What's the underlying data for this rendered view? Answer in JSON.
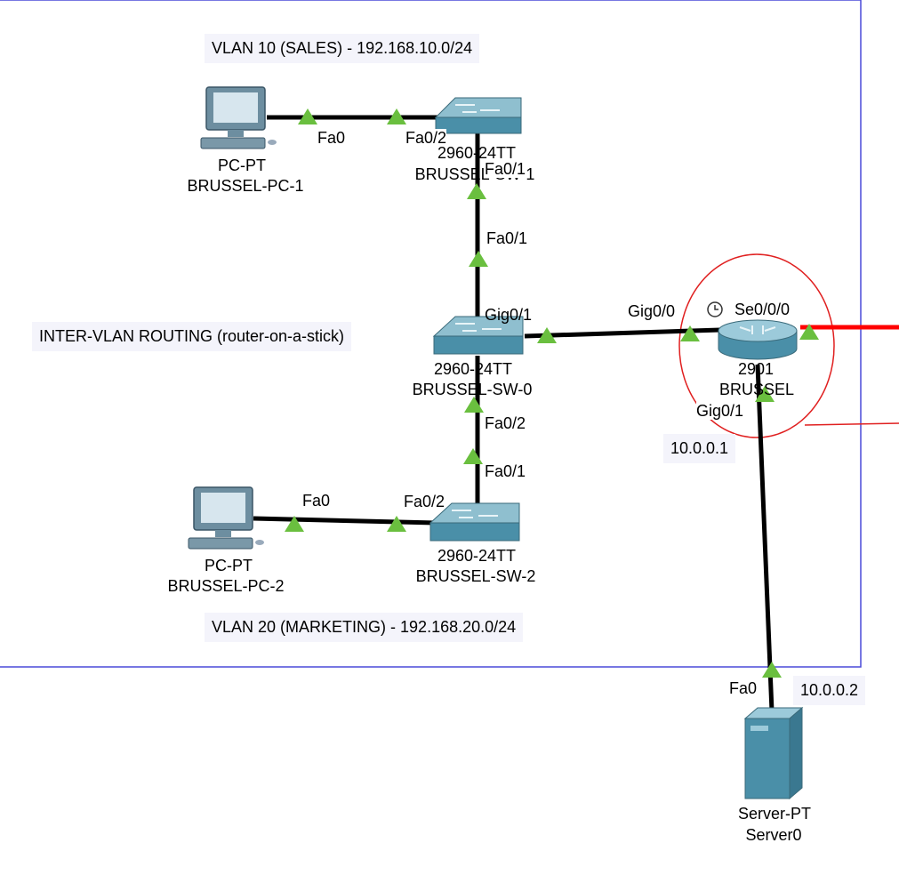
{
  "notes": {
    "vlan10": "VLAN 10 (SALES) - 192.168.10.0/24",
    "intervlan": "INTER-VLAN ROUTING (router-on-a-stick)",
    "vlan20": "VLAN 20 (MARKETING) - 192.168.20.0/24",
    "router_ip": "10.0.0.1",
    "server_ip": "10.0.0.2"
  },
  "devices": {
    "pc1": {
      "model": "PC-PT",
      "name": "BRUSSEL-PC-1"
    },
    "sw1": {
      "model": "2960-24TT",
      "name": "BRUSSEL-SW-1"
    },
    "sw0": {
      "model": "2960-24TT",
      "name": "BRUSSEL-SW-0"
    },
    "pc2": {
      "model": "PC-PT",
      "name": "BRUSSEL-PC-2"
    },
    "sw2": {
      "model": "2960-24TT",
      "name": "BRUSSEL-SW-2"
    },
    "router": {
      "model": "2901",
      "name": "BRUSSEL"
    },
    "server": {
      "model": "Server-PT",
      "name": "Server0"
    }
  },
  "ports": {
    "pc1_fa0": "Fa0",
    "sw1_fa02": "Fa0/2",
    "sw1_fa01": "Fa0/1",
    "sw0_fa01": "Fa0/1",
    "sw0_gig01": "Gig0/1",
    "router_gig00": "Gig0/0",
    "router_se000": "Se0/0/0",
    "router_gig01": "Gig0/1",
    "sw0_fa02": "Fa0/2",
    "sw2_fa01": "Fa0/1",
    "pc2_fa0": "Fa0",
    "sw2_fa02": "Fa0/2",
    "server_fa0": "Fa0"
  },
  "colors": {
    "link": "#000000",
    "serial_link": "#ff0000",
    "port_up": "#6abf3f",
    "annotation": "#e02020",
    "area_border": "#4a4ad8",
    "device": "#4a8fa8"
  }
}
